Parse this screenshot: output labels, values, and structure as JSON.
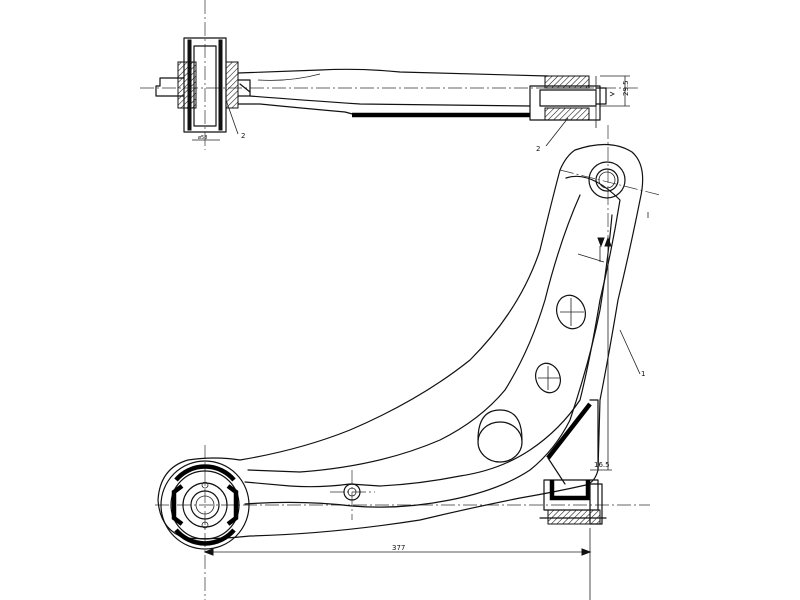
{
  "drawing": {
    "labels": {
      "part_1": "1",
      "part_2_left": "2",
      "part_2_right": "2",
      "dim_overall_length": "377",
      "dim_height": "16.5",
      "dim_side_height": "29.5",
      "dim_small_width": "ø58"
    }
  }
}
